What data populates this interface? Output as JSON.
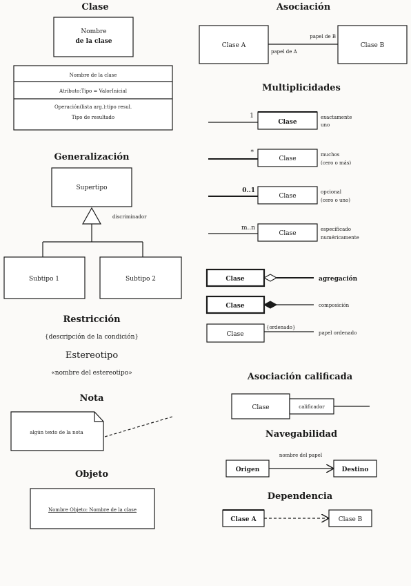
{
  "clase": {
    "title": "Clase",
    "name_line1": "Nombre",
    "name_line2": "de la clase",
    "detail_name": "Nombre de la clase",
    "detail_attr": "Atributo:Tipo = ValorInicial",
    "detail_op1": "Operación(lista arg.):tipo resul.",
    "detail_op2": "Tipo de resultado"
  },
  "generalizacion": {
    "title": "Generalización",
    "supertype": "Supertipo",
    "discriminator": "discriminador",
    "subtype1": "Subtipo 1",
    "subtype2": "Subtipo 2"
  },
  "restriccion": {
    "title": "Restricción",
    "text": "{descripción de la condición}"
  },
  "estereotipo": {
    "title": "Estereotipo",
    "text": "«nombre del estereotipo»"
  },
  "nota": {
    "title": "Nota",
    "text": "algún texto de la nota"
  },
  "objeto": {
    "title": "Objeto",
    "text": "Nombre Objeto: Nombre de la clase"
  },
  "asociacion": {
    "title": "Asociación",
    "class_a": "Clase A",
    "class_b": "Clase B",
    "role_b": "papel de B",
    "role_a": "papel de A"
  },
  "multiplicidades": {
    "title": "Multiplicidades",
    "rows": [
      {
        "mult": "1",
        "cls": "Clase",
        "desc1": "exactamente",
        "desc2": "uno"
      },
      {
        "mult": "*",
        "cls": "Clase",
        "desc1": "muchos",
        "desc2": "(cero o más)"
      },
      {
        "mult": "0..1",
        "cls": "Clase",
        "desc1": "opcional",
        "desc2": "(cero o uno)"
      },
      {
        "mult": "m..n",
        "cls": "Clase",
        "desc1": "especificado",
        "desc2": "numéricamente"
      }
    ]
  },
  "relaciones": [
    {
      "cls": "Clase",
      "label": "agregación"
    },
    {
      "cls": "Clase",
      "label": "composición"
    },
    {
      "cls": "Clase",
      "label": "papel ordenado",
      "tag": "{ordenado}"
    }
  ],
  "calificada": {
    "title": "Asociación calificada",
    "cls": "Clase",
    "qualifier": "calificador"
  },
  "navegabilidad": {
    "title": "Navegabilidad",
    "role": "nombre del papel",
    "origin": "Origen",
    "target": "Destino"
  },
  "dependencia": {
    "title": "Dependencia",
    "class_a": "Clase A",
    "class_b": "Clase B"
  }
}
